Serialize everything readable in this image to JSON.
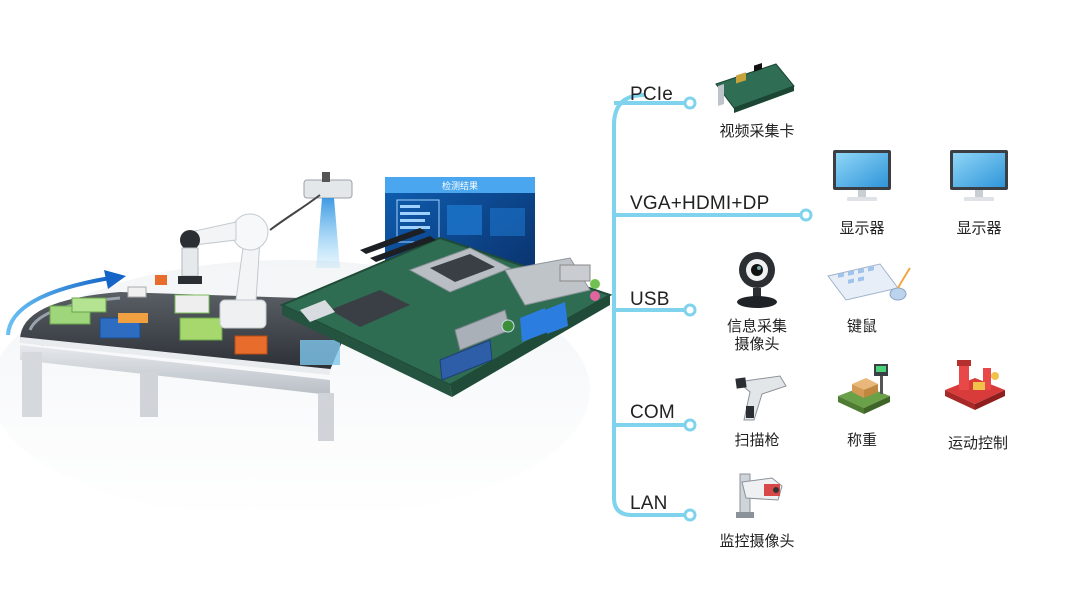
{
  "scene": {
    "screen_title": "检测结果"
  },
  "interfaces": [
    {
      "label": "PCIe",
      "devices": [
        {
          "label": "视频采集卡",
          "icon": "capture-card-icon"
        }
      ]
    },
    {
      "label": "VGA+HDMI+DP",
      "devices": [
        {
          "label": "显示器",
          "icon": "monitor-icon"
        },
        {
          "label": "显示器",
          "icon": "monitor-icon"
        }
      ]
    },
    {
      "label": "USB",
      "devices": [
        {
          "label": "信息采集",
          "label2": "摄像头",
          "icon": "webcam-icon"
        },
        {
          "label": "键鼠",
          "icon": "keyboard-mouse-icon"
        }
      ]
    },
    {
      "label": "COM",
      "devices": [
        {
          "label": "扫描枪",
          "icon": "barcode-scanner-icon"
        },
        {
          "label": "称重",
          "icon": "weighing-scale-icon"
        },
        {
          "label": "运动控制",
          "icon": "motion-control-icon"
        }
      ]
    },
    {
      "label": "LAN",
      "devices": [
        {
          "label": "监控摄像头",
          "icon": "security-camera-icon"
        }
      ]
    }
  ],
  "colors": {
    "connector": "#7fd3ec",
    "accent_blue": "#1f7fd1",
    "board_green": "#2f6d52",
    "monitor_blue": "#5ab7ea"
  }
}
